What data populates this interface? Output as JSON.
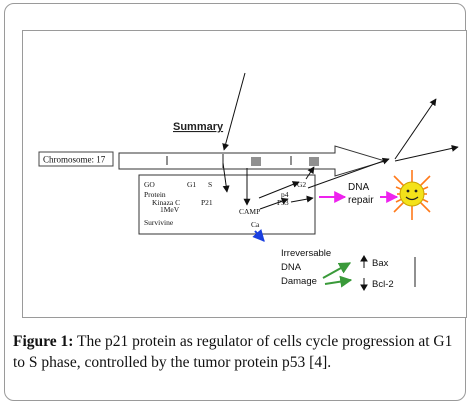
{
  "diagram": {
    "summary": "Summary",
    "chromosome_label": "Chromosome: 17",
    "cell_cycle": {
      "g0": "GO",
      "g1": "G1",
      "s": "S",
      "g2": "G2"
    },
    "box_labels": {
      "protein": "Protein",
      "kinaza_line1": "Kinaza C",
      "kinaza_line2": "1MeV",
      "survivine": "Survivine",
      "p21": "P21",
      "p53": "P53",
      "camp": "CAMP",
      "ca": "Ca",
      "p4": "p4"
    },
    "dna_repair_line1": "DNA",
    "dna_repair_line2": "repair",
    "irreversable_line1": "Irreversable",
    "irreversable_line2": "DNA",
    "irreversable_line3": "Damage",
    "bax": "Bax",
    "bcl2": "Bcl-2",
    "colors": {
      "magenta_arrow": "#ee22ee",
      "blue_arrow": "#1a3fe0",
      "green_arrow": "#3a9a3a",
      "sun_yellow": "#f4e21a",
      "sun_rays": "#ff7a1a"
    }
  },
  "caption": {
    "label": "Figure 1:",
    "text": " The p21 protein as regulator of cells cycle progression at G1 to S phase, controlled by the tumor protein p53 [4]."
  }
}
